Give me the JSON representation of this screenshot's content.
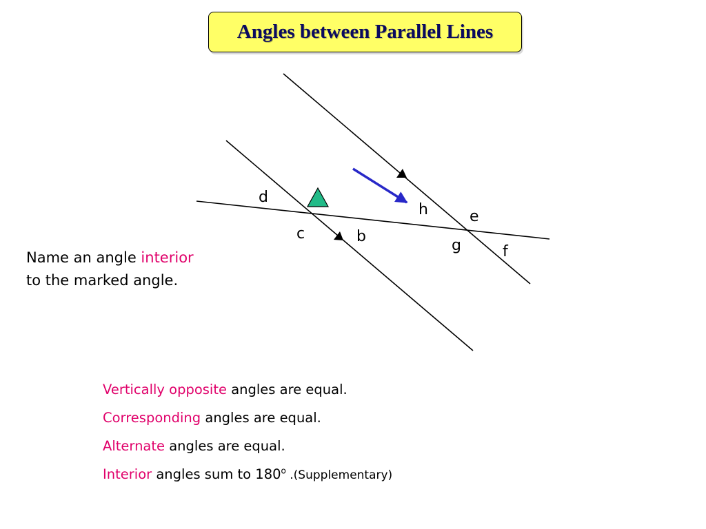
{
  "title": "Angles between Parallel Lines",
  "angle_labels": {
    "d": "d",
    "c": "c",
    "b": "b",
    "h": "h",
    "e": "e",
    "g": "g",
    "f": "f"
  },
  "question": {
    "line1_prefix": "Name an angle ",
    "line1_highlight": "interior",
    "line2": "to the marked angle."
  },
  "rules": [
    {
      "highlight": "Vertically opposite",
      "rest": " angles are equal."
    },
    {
      "highlight": "Corresponding",
      "rest": " angles are equal."
    },
    {
      "highlight": "Alternate",
      "rest": " angles are equal."
    },
    {
      "highlight": "Interior",
      "rest": " angles sum to 180",
      "degree": "o",
      "suffix_small": " .(Supplementary)"
    }
  ],
  "colors": {
    "title_bg": "#ffff66",
    "title_text": "#0a0a60",
    "highlight": "#e0006a",
    "marker_fill": "#22bb88",
    "pointer_arrow": "#3333bb",
    "lines": "#000000"
  }
}
